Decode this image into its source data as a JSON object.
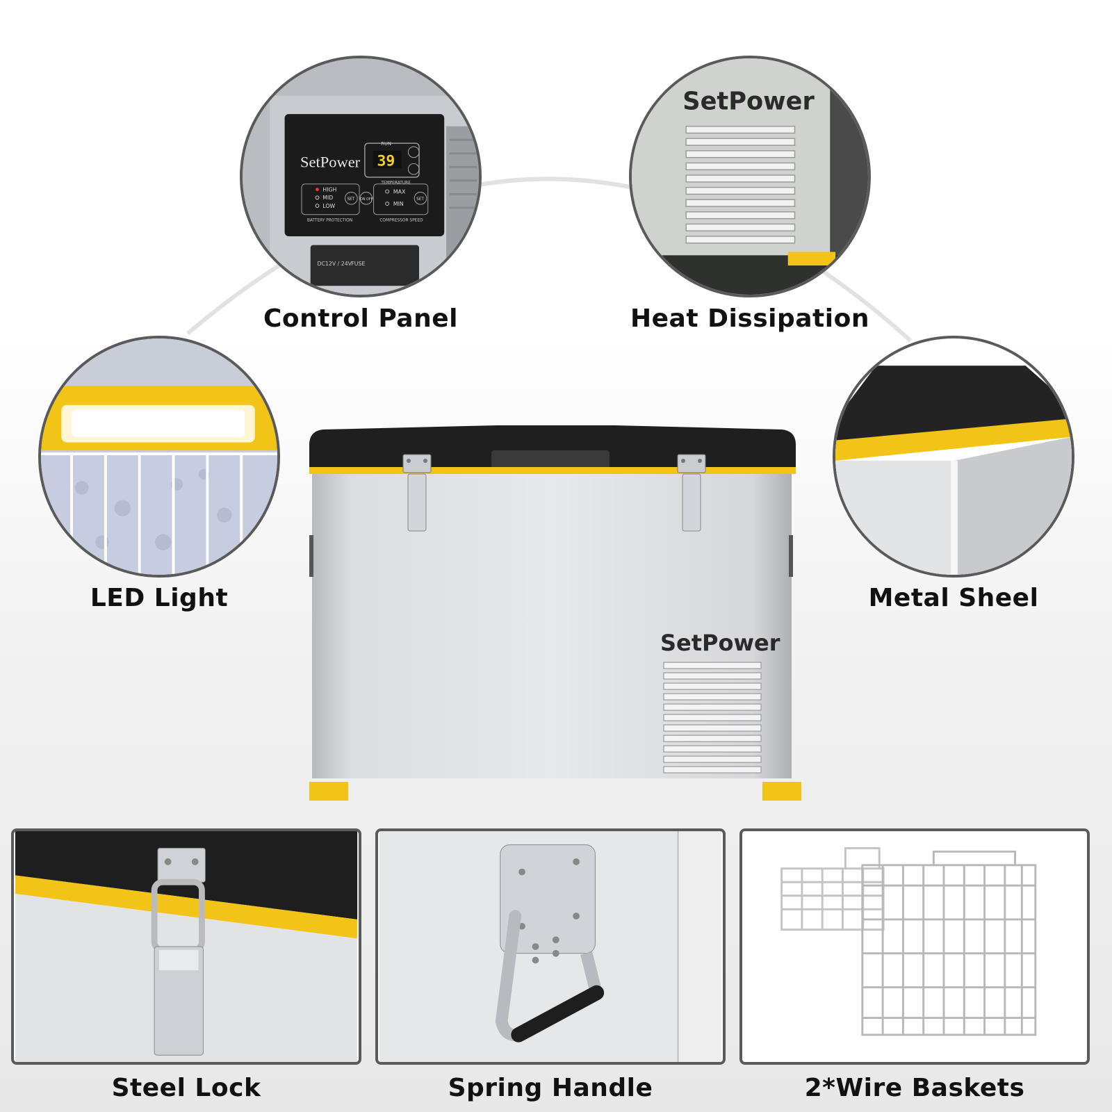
{
  "features": {
    "control_panel": "Control Panel",
    "heat_dissipation": "Heat Dissipation",
    "led_light": "LED Light",
    "metal_shell": "Metal Sheel",
    "steel_lock": "Steel Lock",
    "spring_handle": "Spring Handle",
    "wire_baskets": "2*Wire Baskets"
  },
  "brand": "SetPower",
  "control_panel_ui": {
    "run": "RUN",
    "temperature_display": "39",
    "temperature_label": "TEMPERATURE",
    "high": "HIGH",
    "mid": "MID",
    "low": "LOW",
    "battery_protection": "BATTERY PROTECTION",
    "set": "SET",
    "on_off": "ON OFF",
    "max": "MAX",
    "min": "MIN",
    "compressor_speed": "COMPRESSOR SPEED",
    "power_port": "DC12V / 24V",
    "fuse": "FUSE"
  },
  "colors": {
    "accent_yellow": "#f2c417",
    "lid_black": "#1f1f1f",
    "steel": "#d9dadc",
    "ring_border": "#5a5a5a"
  }
}
